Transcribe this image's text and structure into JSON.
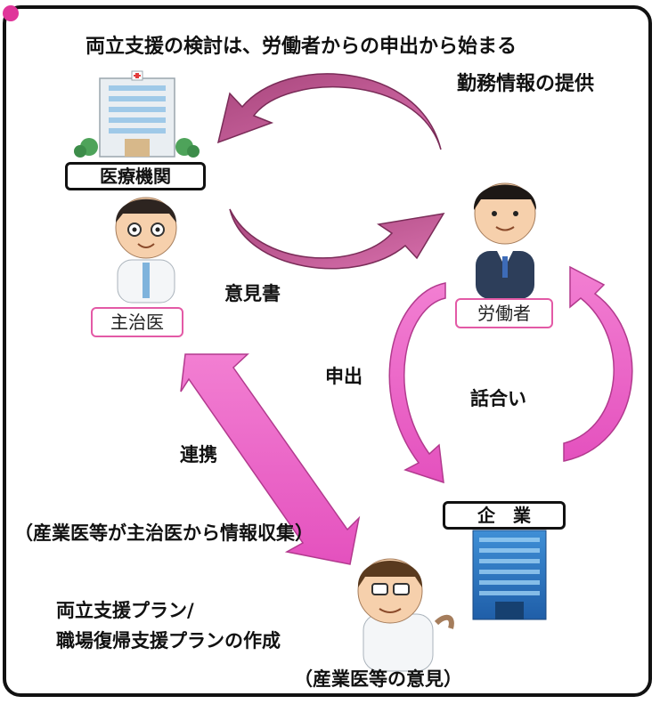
{
  "title": "両立支援の検討は、労働者からの申出から始まる",
  "labels": {
    "work_info": "勤務情報の提供",
    "opinion": "意見書",
    "request": "申出",
    "discussion": "話合い",
    "coordination": "連携",
    "info_collect": "（産業医等が主治医から情報収集）",
    "plan_line1": "両立支援プラン/",
    "plan_line2": "職場復帰支援プランの作成",
    "oh_opinion": "（産業医等の意見）"
  },
  "boxes": {
    "medical_institution": "医療機関",
    "attending_doctor": "主治医",
    "worker": "労働者",
    "company": "企　業"
  },
  "colors": {
    "arrow_dark": "#c0558f",
    "arrow_light": "#ee66c8",
    "accent_pink": "#e0359a"
  }
}
